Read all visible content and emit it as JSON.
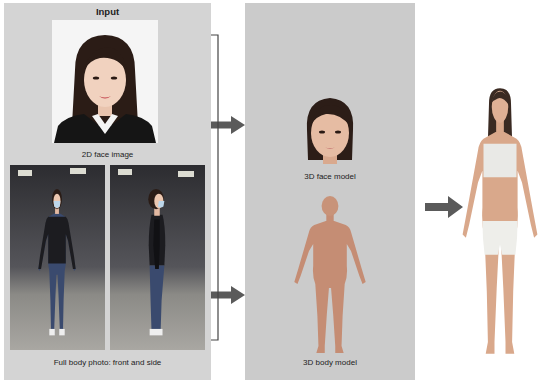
{
  "diagram": {
    "nodes": [
      {
        "text": [
          "Input",
          "2D face image",
          "Full body photo: front and side"
        ]
      },
      {
        "text": [
          "3D face model",
          "3D body model"
        ]
      }
    ],
    "edges": [
      {
        "from": 0,
        "to": 1,
        "arrow": "to"
      },
      {
        "from": 0,
        "to": 1,
        "arrow": "to"
      }
    ]
  }
}
